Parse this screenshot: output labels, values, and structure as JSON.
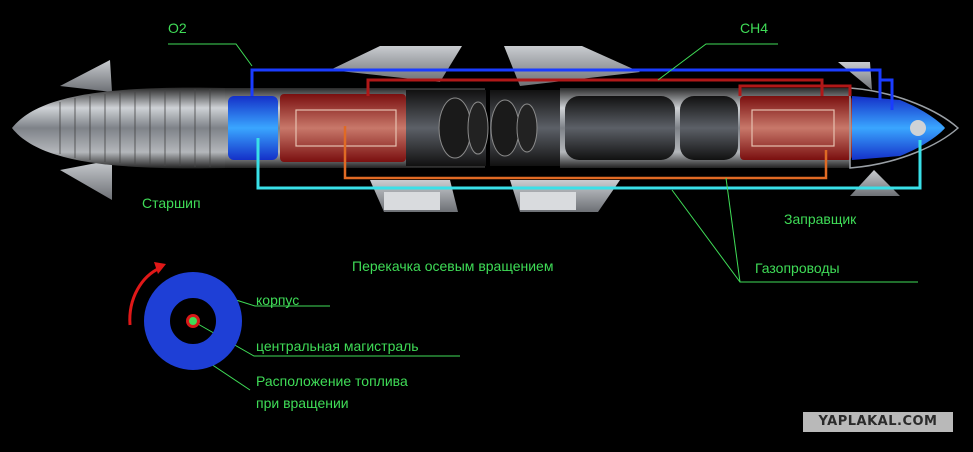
{
  "labels": {
    "o2": "O2",
    "ch4": "CH4",
    "starship": "Старшип",
    "tanker": "Заправщик",
    "pumping": "Перекачка осевым вращением",
    "gas_lines": "Газопроводы",
    "hull": "корпус",
    "central_main": "центральная магистраль",
    "fuel_location_line1": "Расположение топлива",
    "fuel_location_line2": "при вращении"
  },
  "watermark": "YAPLAKAL.COM",
  "colors": {
    "label_green": "#3fdc57",
    "oxygen_line": "#1a3cff",
    "methane_line": "#b01818",
    "gas_line": "#39e0e8",
    "orange_line": "#e06a24",
    "rotation_arrow": "#e01818"
  },
  "icons": {
    "rotation": "curved-arrow-icon"
  }
}
